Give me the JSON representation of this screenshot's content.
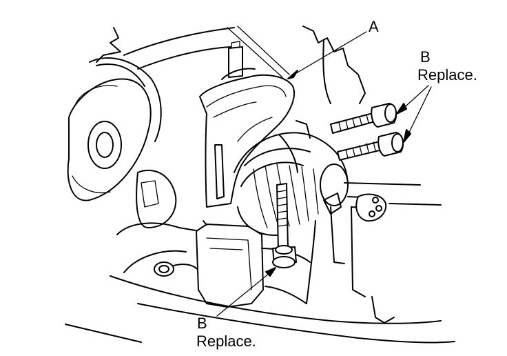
{
  "callouts": {
    "a": {
      "letter": "A"
    },
    "b_right": {
      "letter": "B",
      "note": "Replace."
    },
    "b_bottom": {
      "letter": "B",
      "note": "Replace."
    }
  }
}
